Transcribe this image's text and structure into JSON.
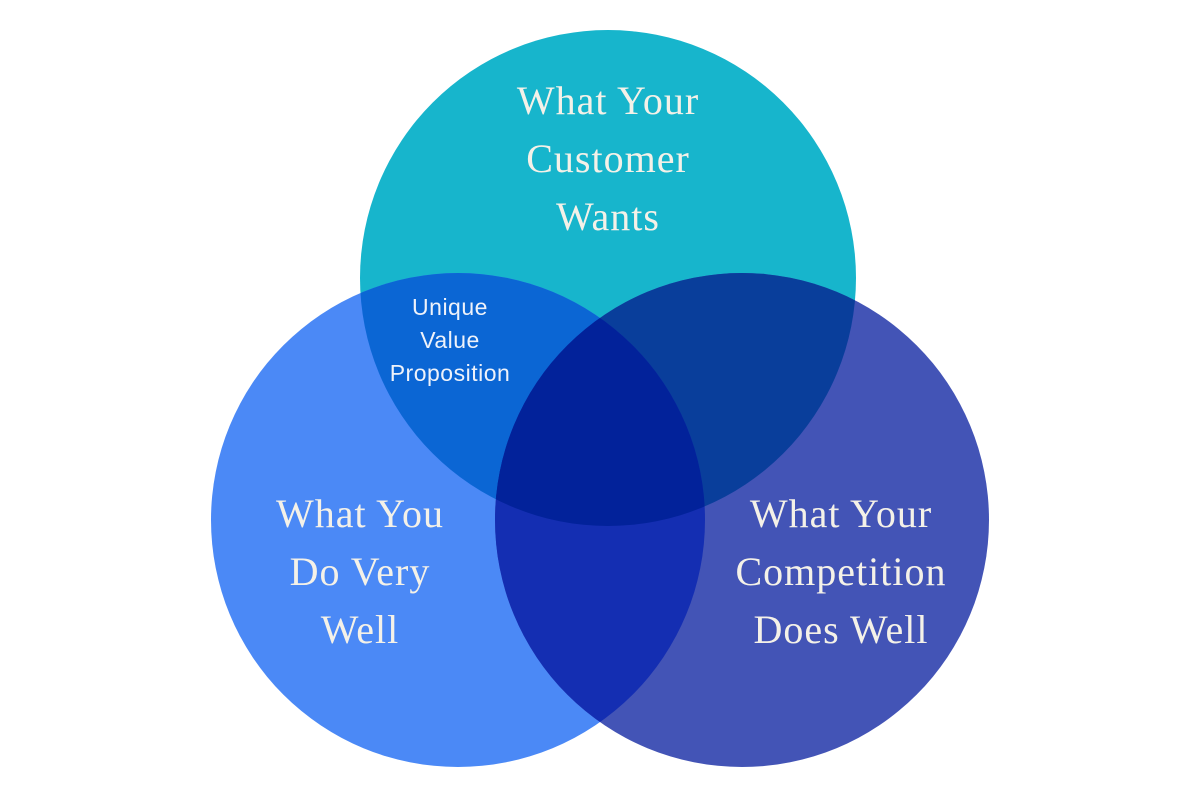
{
  "diagram": {
    "type": "venn-3-circle",
    "background_color": "#ffffff",
    "circles": [
      {
        "id": "customer-wants",
        "label": "What Your Customer Wants",
        "lines": [
          "What Your",
          "Customer",
          "Wants"
        ],
        "color": "#17b5cc"
      },
      {
        "id": "you-do-well",
        "label": "What You Do Very Well",
        "lines": [
          "What You",
          "Do Very",
          "Well"
        ],
        "color": "#4b89f6"
      },
      {
        "id": "competition-does-well",
        "label": "What Your Competition Does Well",
        "lines": [
          "What Your",
          "Competition",
          "Does Well"
        ],
        "color": "#4354b6"
      }
    ],
    "overlaps": {
      "customer_you": {
        "label": "Unique Value Proposition",
        "lines": [
          "Unique",
          "Value",
          "Proposition"
        ],
        "color": "#0b66d4"
      },
      "customer_competition": {
        "color": "#093e9b"
      },
      "you_competition": {
        "color": "#142eb2"
      },
      "center": {
        "color": "#02229a"
      }
    },
    "text_colors": {
      "circle_labels": "#f4f1e8",
      "overlap_label": "#eef2fa"
    }
  }
}
